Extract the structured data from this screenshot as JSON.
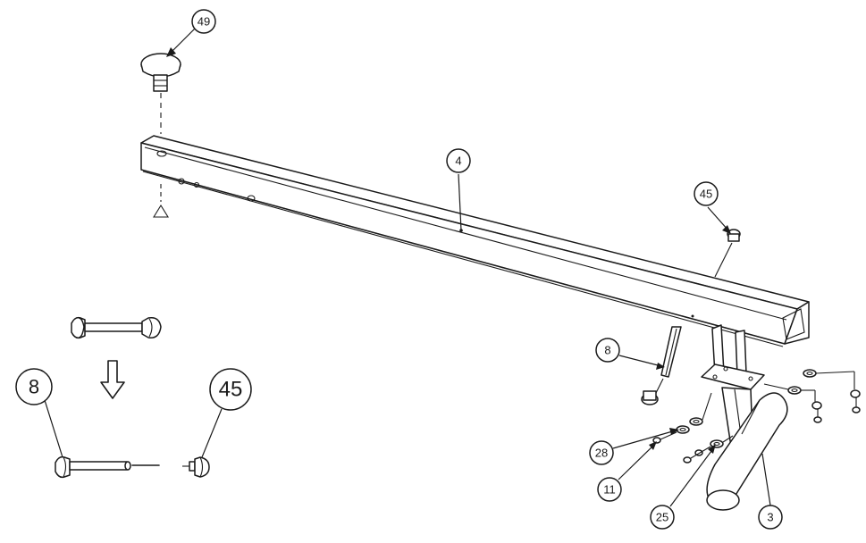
{
  "callouts": {
    "part_49": "49",
    "part_4": "4",
    "part_45_top": "45",
    "part_8_right": "8",
    "part_28": "28",
    "part_11": "11",
    "part_25": "25",
    "part_3": "3",
    "part_8_left": "8",
    "part_45_left": "45"
  },
  "colors": {
    "line": "#1a1a1a",
    "background": "#ffffff"
  }
}
